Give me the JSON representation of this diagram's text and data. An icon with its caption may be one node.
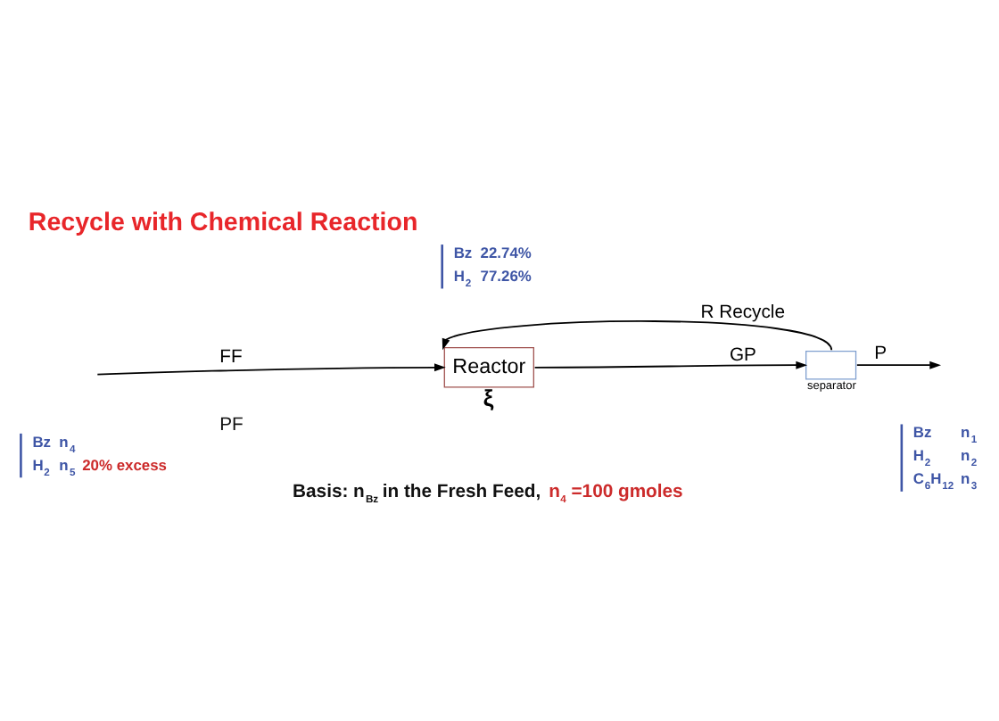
{
  "diagram": {
    "title": "Recycle with Chemical Reaction",
    "nodes": [
      {
        "text": [
          "Reactor"
        ],
        "beside": [
          "ξ"
        ]
      },
      {
        "text": [],
        "shape": "box",
        "beside": [
          "separator"
        ]
      }
    ],
    "edges": [
      {
        "from": null,
        "to": 0,
        "arrow": "to",
        "label": "FF"
      },
      {
        "from": 1,
        "to": 0,
        "arrow": "to",
        "label": "R Recycle"
      },
      {
        "from": 0,
        "to": 1,
        "arrow": "to",
        "label": "GP"
      },
      {
        "from": 1,
        "to": null,
        "arrow": "to",
        "label": "P"
      }
    ],
    "labels": [
      "Bz",
      "22.74%",
      "H$_{2}$",
      "77.26%",
      "PF",
      "Bz",
      "n$_{4}$",
      "H$_{2}$",
      "n$_{5}$",
      "20% excess",
      "Bz",
      "n$_{1}$",
      "H$_{2}$",
      "n$_{2}$",
      "C$_{6}$H$_{12}$",
      "n$_{3}$",
      "Basis: n$_{Bz}$ in the Fresh Feed,",
      "n$_{4}$ =100 gmoles"
    ]
  }
}
